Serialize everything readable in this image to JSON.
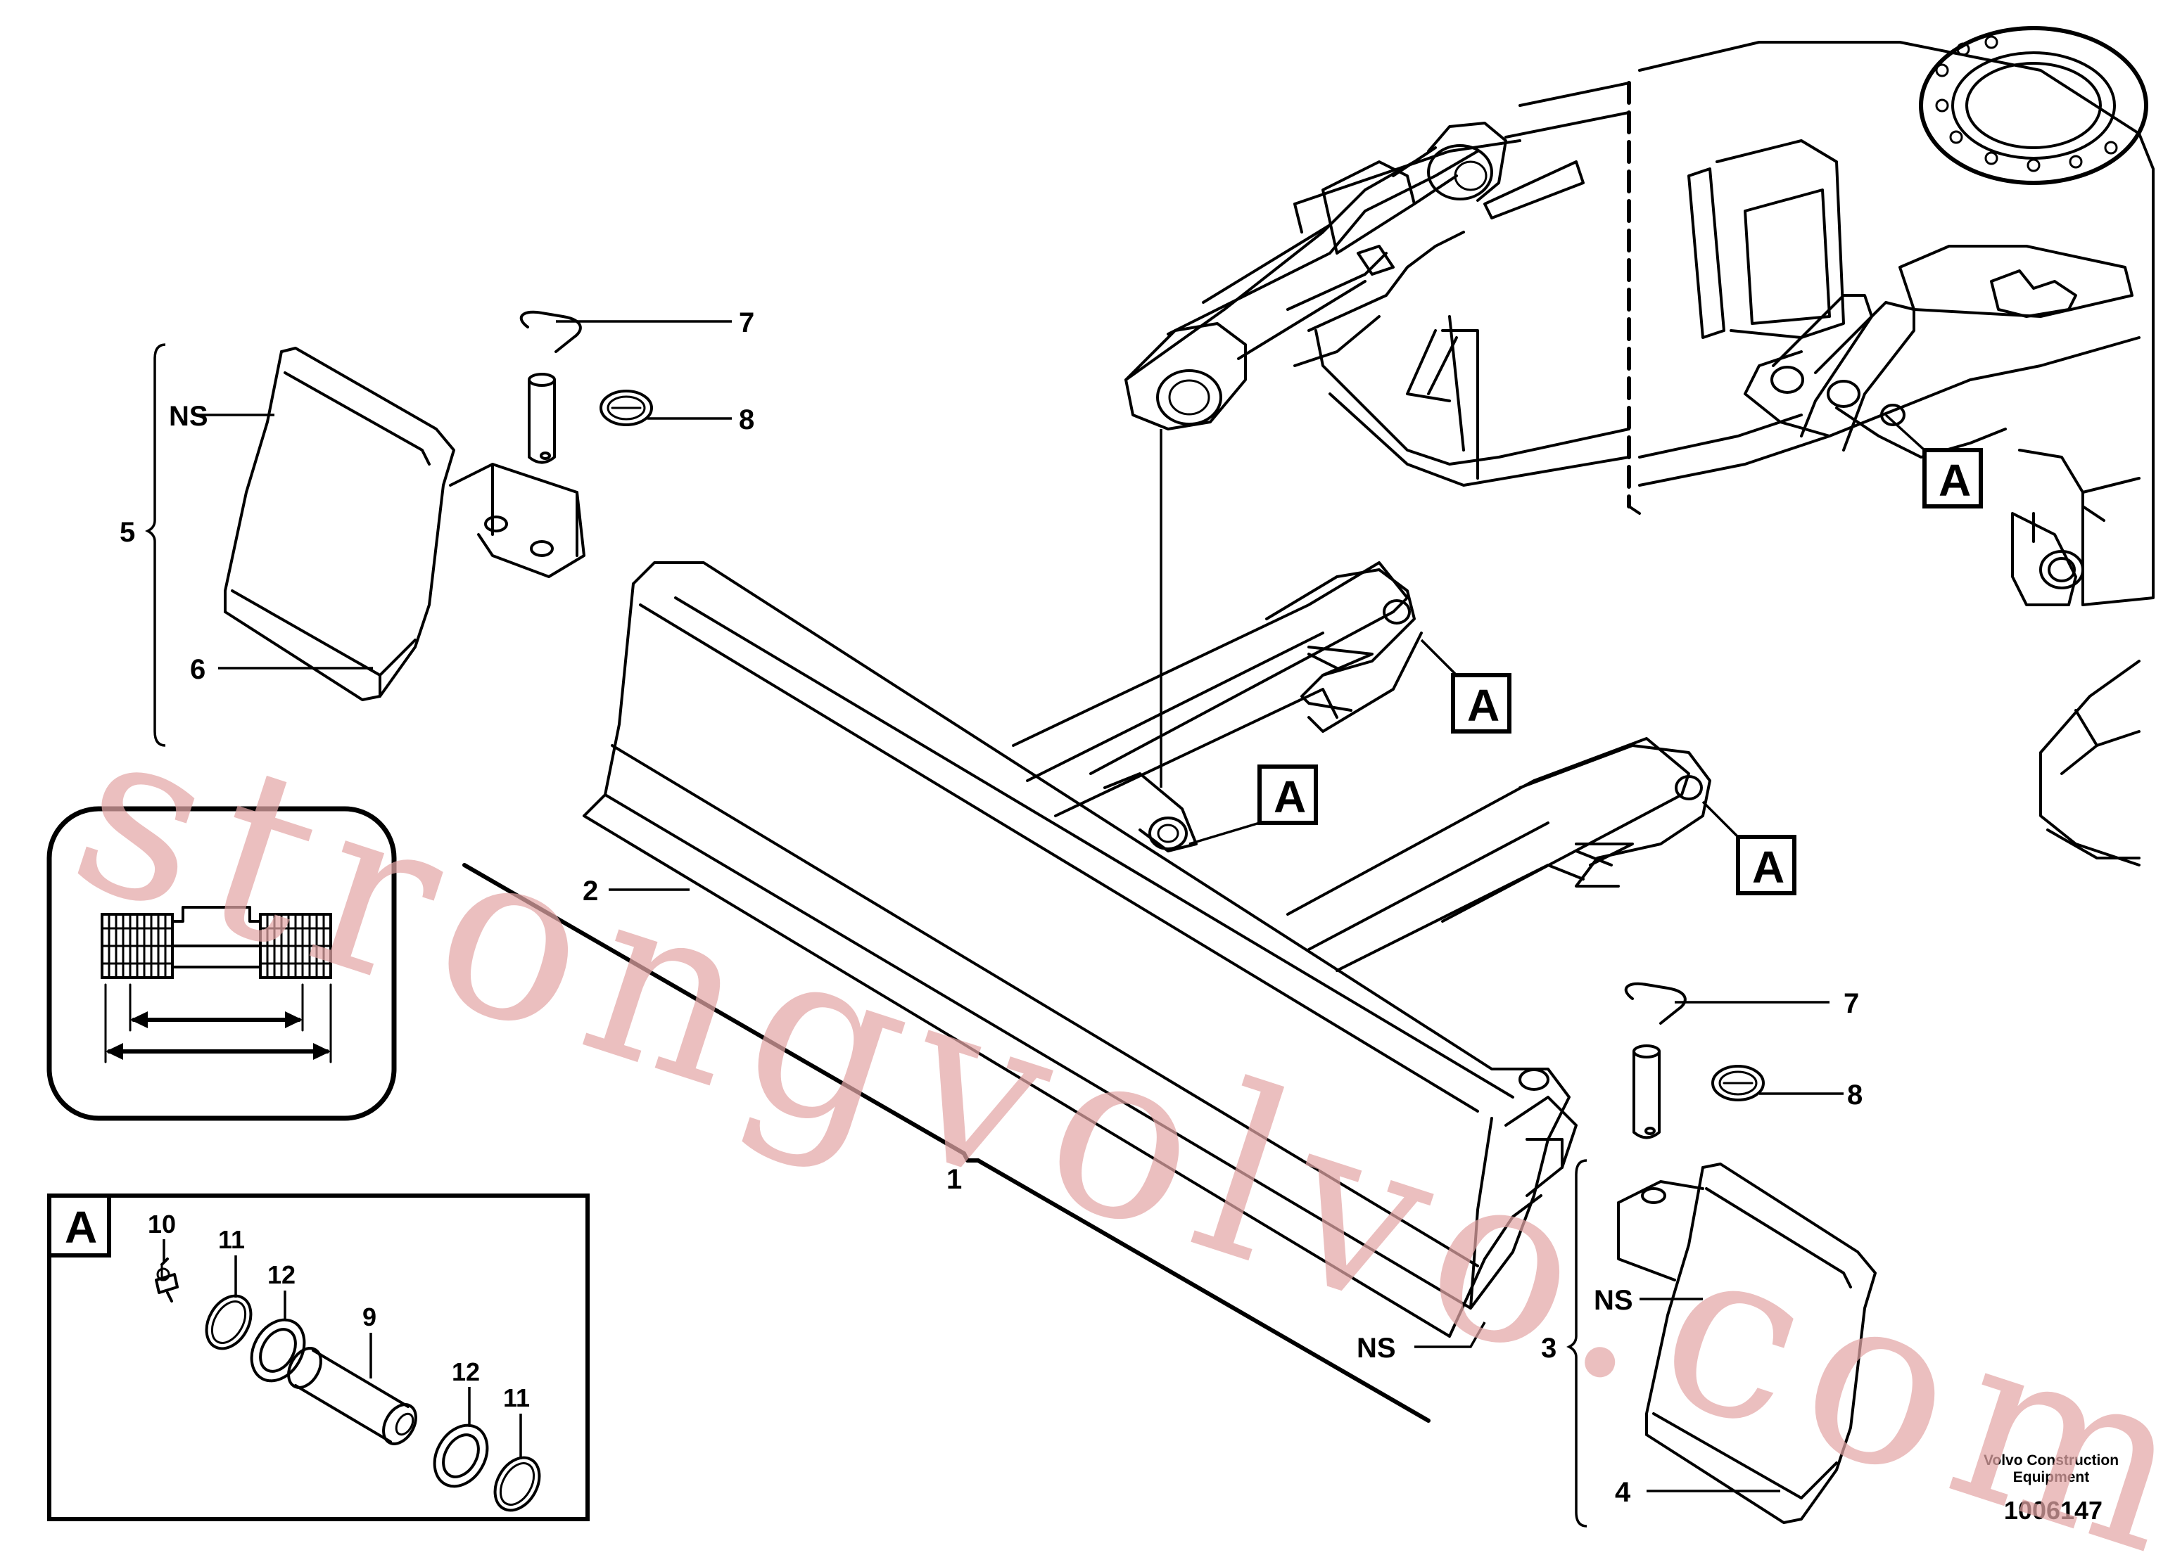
{
  "diagram": {
    "callouts": {
      "blade_assembly": "1",
      "cutting_edge": "2",
      "right_end_bit": "3",
      "right_end_bit_edge": "4",
      "left_end_bit": "5",
      "left_end_bit_edge": "6",
      "pin_top": "7",
      "clip_top": "8",
      "pin_lower": "7",
      "clip_lower": "8",
      "ns_left": "NS",
      "ns_blade": "NS",
      "ns_right": "NS"
    },
    "detail_marker": "A",
    "detail_box": {
      "title": "A",
      "items": {
        "pin": "9",
        "grease_nipple": "10",
        "circlip_left": "11",
        "shim_left": "12",
        "shim_right": "12",
        "circlip_right": "11"
      }
    },
    "watermark": "strongvolvo.com",
    "brand_line1": "Volvo Construction",
    "brand_line2": "Equipment",
    "part_number": "1006147"
  }
}
